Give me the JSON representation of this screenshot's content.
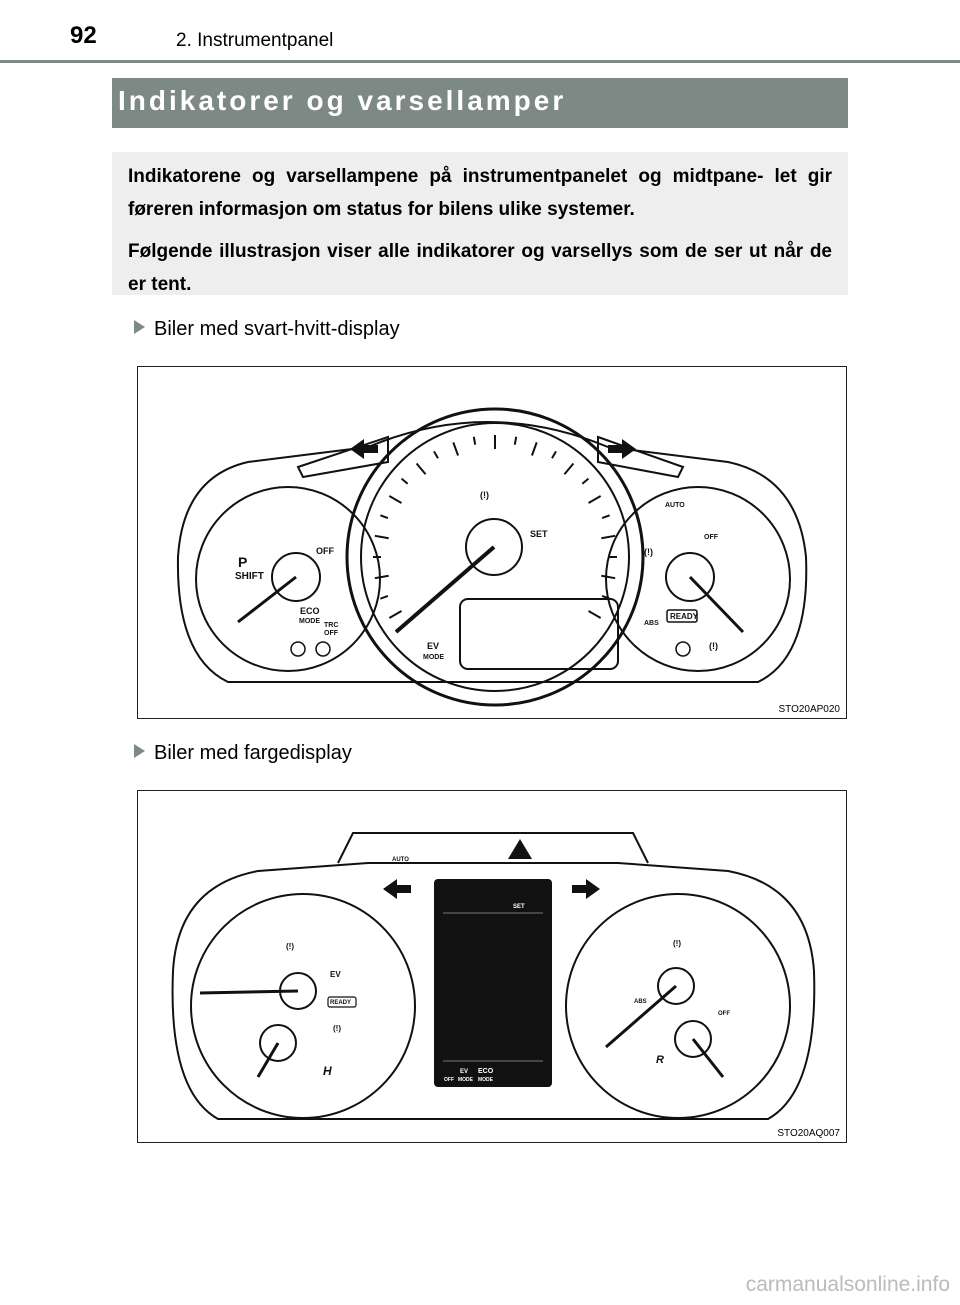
{
  "header": {
    "page_number": "92",
    "chapter": "2. Instrumentpanel"
  },
  "section": {
    "title": "Indikatorer og varsellamper",
    "intro": [
      "Indikatorene og varsellampene på instrumentpanelet og midtpane- let gir føreren informasjon om status for bilens ulike systemer.",
      "Følgende illustrasjon viser alle indikatorer og varsellys som de ser ut når de er tent."
    ]
  },
  "figures": [
    {
      "caption": "Biler med svart-hvitt-display",
      "code": "STO20AP020",
      "labels": {
        "off": "OFF",
        "shift": "SHIFT",
        "eco": "ECO",
        "mode": "MODE",
        "trc": "TRC",
        "set": "SET",
        "ev": "EV",
        "ready": "READY",
        "auto": "AUTO",
        "abs": "ABS",
        "park": "P",
        "warn": "(!)"
      }
    },
    {
      "caption": "Biler med fargedisplay",
      "code": "STO20AQ007",
      "labels": {
        "auto": "AUTO",
        "set": "SET",
        "off": "OFF",
        "eco": "ECO",
        "mode": "MODE",
        "ev": "EV",
        "ready": "READY",
        "abs": "ABS",
        "warn": "(!)",
        "h": "H",
        "r": "R"
      }
    }
  ],
  "footer": {
    "watermark": "carmanualsonline.info"
  },
  "colors": {
    "accent": "#7d8984",
    "intro_bg": "#eeeeee"
  }
}
